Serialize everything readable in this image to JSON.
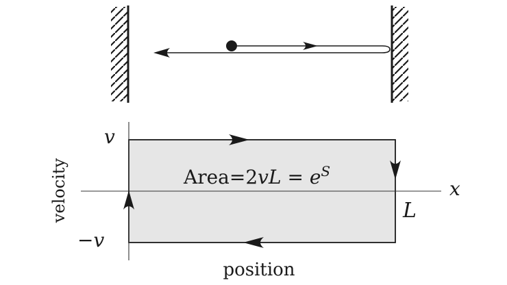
{
  "diagram": {
    "axis_labels": {
      "x": "x",
      "y": "velocity",
      "position": "position"
    },
    "tick_labels": {
      "v_top": "v",
      "v_bottom_sign": "−",
      "v_bottom": "v",
      "L": "L"
    },
    "area_label": {
      "prefix": "Area=2",
      "v": "v",
      "L": "L",
      "equals": " = ",
      "e": "e",
      "S": "S"
    },
    "colors": {
      "ink": "#1a1a1a",
      "rect_fill": "#e6e6e6",
      "background": "#ffffff"
    }
  }
}
